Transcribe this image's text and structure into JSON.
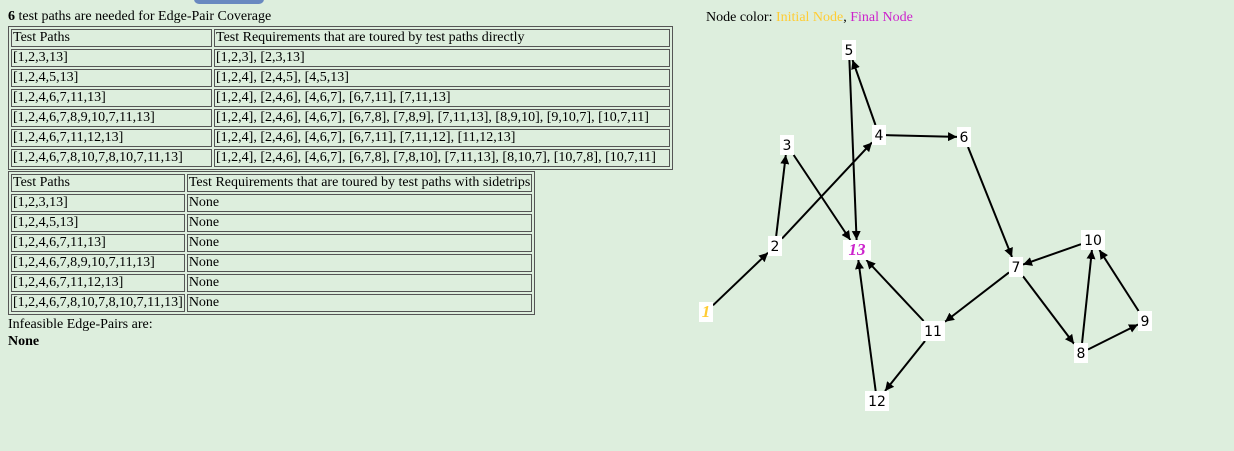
{
  "summary": {
    "count": "6",
    "text": " test paths are needed for Edge-Pair Coverage"
  },
  "table1": {
    "headers": [
      "Test Paths",
      "Test Requirements that are toured by test paths directly"
    ],
    "rows": [
      [
        "[1,2,3,13]",
        "[1,2,3], [2,3,13]"
      ],
      [
        "[1,2,4,5,13]",
        "[1,2,4], [2,4,5], [4,5,13]"
      ],
      [
        "[1,2,4,6,7,11,13]",
        "[1,2,4], [2,4,6], [4,6,7], [6,7,11], [7,11,13]"
      ],
      [
        "[1,2,4,6,7,8,9,10,7,11,13]",
        "[1,2,4], [2,4,6], [4,6,7], [6,7,8], [7,8,9], [7,11,13], [8,9,10], [9,10,7], [10,7,11]"
      ],
      [
        "[1,2,4,6,7,11,12,13]",
        "[1,2,4], [2,4,6], [4,6,7], [6,7,11], [7,11,12], [11,12,13]"
      ],
      [
        "[1,2,4,6,7,8,10,7,8,10,7,11,13]",
        "[1,2,4], [2,4,6], [4,6,7], [6,7,8], [7,8,10], [7,11,13], [8,10,7], [10,7,8], [10,7,11]"
      ]
    ]
  },
  "table2": {
    "headers": [
      "Test Paths",
      "Test Requirements that are toured by test paths with sidetrips"
    ],
    "rows": [
      [
        "[1,2,3,13]",
        "None"
      ],
      [
        "[1,2,4,5,13]",
        "None"
      ],
      [
        "[1,2,4,6,7,11,13]",
        "None"
      ],
      [
        "[1,2,4,6,7,8,9,10,7,11,13]",
        "None"
      ],
      [
        "[1,2,4,6,7,11,12,13]",
        "None"
      ],
      [
        "[1,2,4,6,7,8,10,7,8,10,7,11,13]",
        "None"
      ]
    ]
  },
  "infeasible": {
    "label": "Infeasible Edge-Pairs are:",
    "value": "None"
  },
  "legend": {
    "label": "Node color: ",
    "initial": "Initial Node",
    "separator": ", ",
    "final": "Final Node"
  },
  "colors": {
    "initial": "#ffcc33",
    "final": "#cc22cc",
    "background": "#ddeedd"
  },
  "graph": {
    "nodes": [
      {
        "id": "1",
        "kind": "initial"
      },
      {
        "id": "2",
        "kind": "normal"
      },
      {
        "id": "3",
        "kind": "normal"
      },
      {
        "id": "4",
        "kind": "normal"
      },
      {
        "id": "5",
        "kind": "normal"
      },
      {
        "id": "6",
        "kind": "normal"
      },
      {
        "id": "7",
        "kind": "normal"
      },
      {
        "id": "8",
        "kind": "normal"
      },
      {
        "id": "9",
        "kind": "normal"
      },
      {
        "id": "10",
        "kind": "normal"
      },
      {
        "id": "11",
        "kind": "normal"
      },
      {
        "id": "12",
        "kind": "normal"
      },
      {
        "id": "13",
        "kind": "final"
      }
    ],
    "edges": [
      [
        "1",
        "2"
      ],
      [
        "2",
        "3"
      ],
      [
        "2",
        "4"
      ],
      [
        "3",
        "13"
      ],
      [
        "4",
        "5"
      ],
      [
        "5",
        "13"
      ],
      [
        "4",
        "6"
      ],
      [
        "6",
        "7"
      ],
      [
        "7",
        "11"
      ],
      [
        "7",
        "8"
      ],
      [
        "8",
        "9"
      ],
      [
        "8",
        "10"
      ],
      [
        "9",
        "10"
      ],
      [
        "10",
        "7"
      ],
      [
        "11",
        "13"
      ],
      [
        "11",
        "12"
      ],
      [
        "12",
        "13"
      ]
    ]
  }
}
